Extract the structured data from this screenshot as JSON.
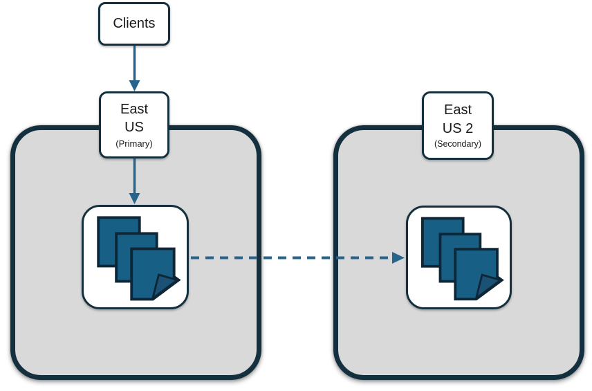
{
  "diagram": {
    "clients": {
      "label": "Clients"
    },
    "regions": [
      {
        "line1": "East",
        "line2": "US",
        "role": "(Primary)",
        "icon": "documents-stack-icon"
      },
      {
        "line1": "East",
        "line2": "US 2",
        "role": "(Secondary)",
        "icon": "documents-stack-icon"
      }
    ],
    "connections": [
      {
        "from": "clients",
        "to": "east-us-primary-label",
        "style": "solid-arrow"
      },
      {
        "from": "east-us-primary-label",
        "to": "primary-documents",
        "style": "solid-arrow"
      },
      {
        "from": "primary-documents",
        "to": "secondary-documents",
        "style": "dashed-arrow"
      }
    ],
    "colors": {
      "outline": "#14303f",
      "region_fill": "#d9d9d9",
      "box_fill": "#ffffff",
      "doc_fill": "#175f85",
      "doc_fold": "#1b5174",
      "doc_outline": "#0e2635",
      "arrow": "#26648c",
      "text": "#1a1a1a"
    }
  }
}
